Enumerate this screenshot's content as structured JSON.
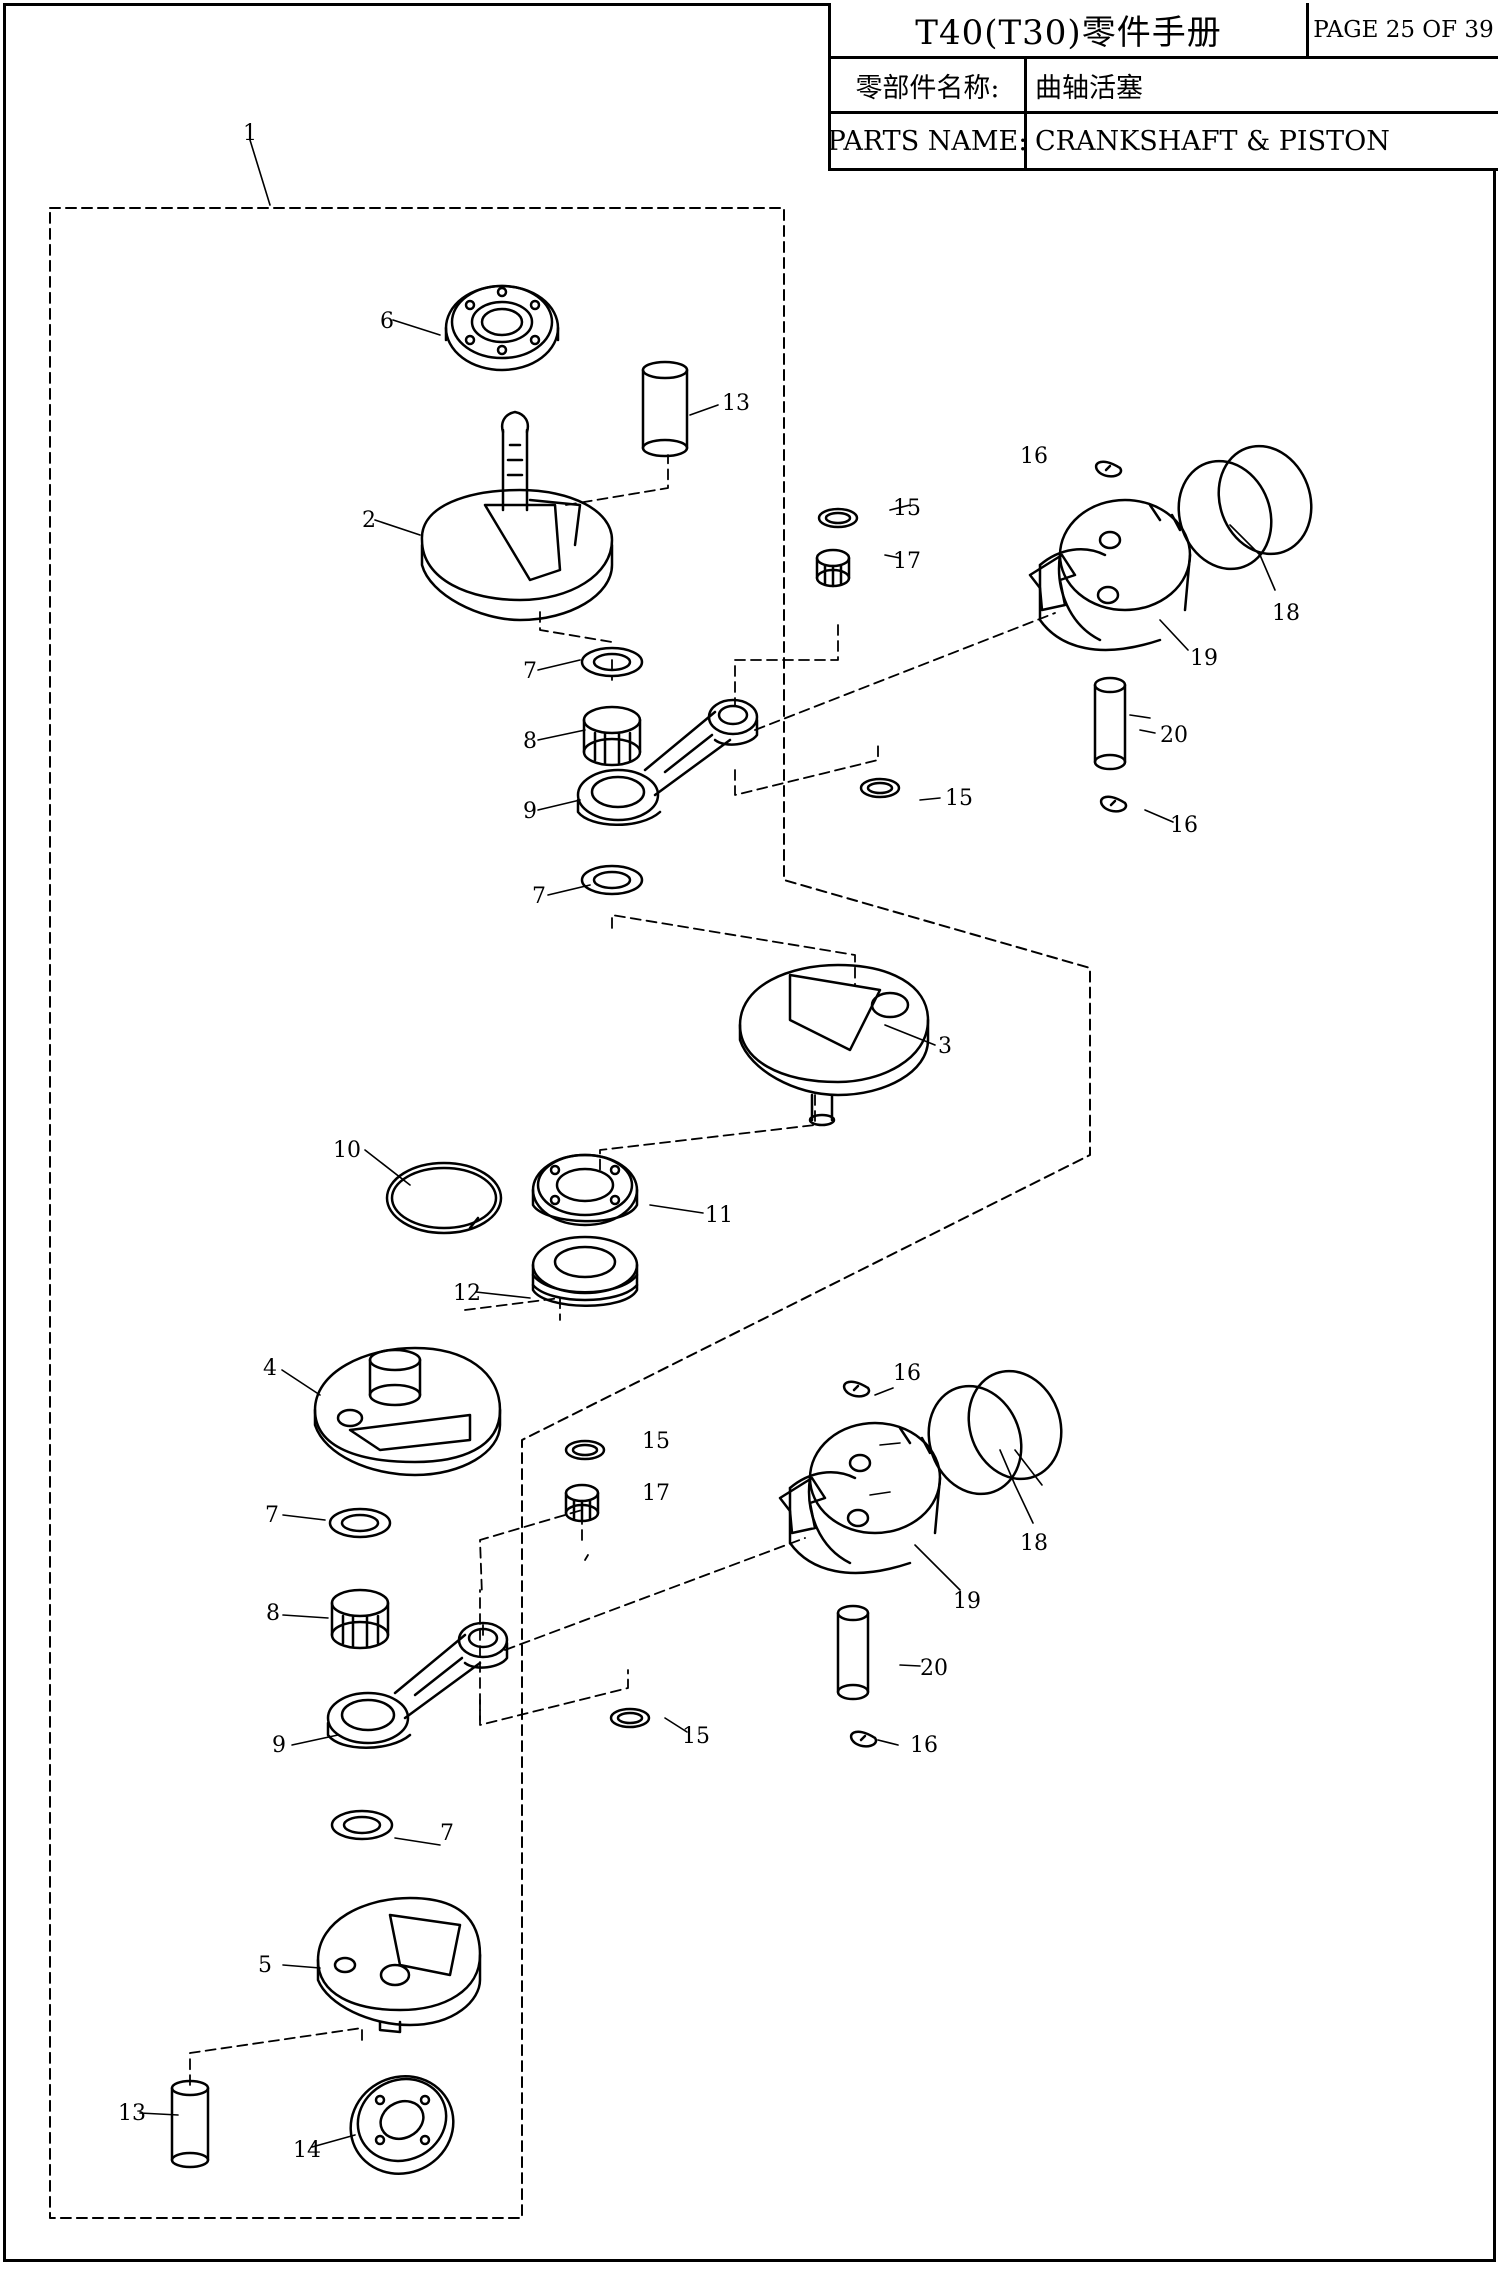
{
  "title_block": {
    "manual_title": "T40(T30)零件手册",
    "page_label": "PAGE 25 OF 39",
    "cn_name_label": "零部件名称:",
    "cn_name_value": "曲轴活塞",
    "en_name_label": "PARTS NAME:",
    "en_name_value": "CRANKSHAFT & PISTON"
  },
  "callouts": {
    "c1": "1",
    "c2": "2",
    "c3": "3",
    "c4": "4",
    "c5": "5",
    "c6": "6",
    "c7a": "7",
    "c7b": "7",
    "c7c": "7",
    "c7d": "7",
    "c8a": "8",
    "c8b": "8",
    "c9a": "9",
    "c9b": "9",
    "c10": "10",
    "c11": "11",
    "c12": "12",
    "c13a": "13",
    "c13b": "13",
    "c14": "14",
    "c15a": "15",
    "c15b": "15",
    "c15c": "15",
    "c15d": "15",
    "c16a": "16",
    "c16b": "16",
    "c16c": "16",
    "c16d": "16",
    "c17a": "17",
    "c17b": "17",
    "c18a": "18",
    "c18b": "18",
    "c19a": "19",
    "c19b": "19",
    "c20a": "20",
    "c20b": "20"
  }
}
